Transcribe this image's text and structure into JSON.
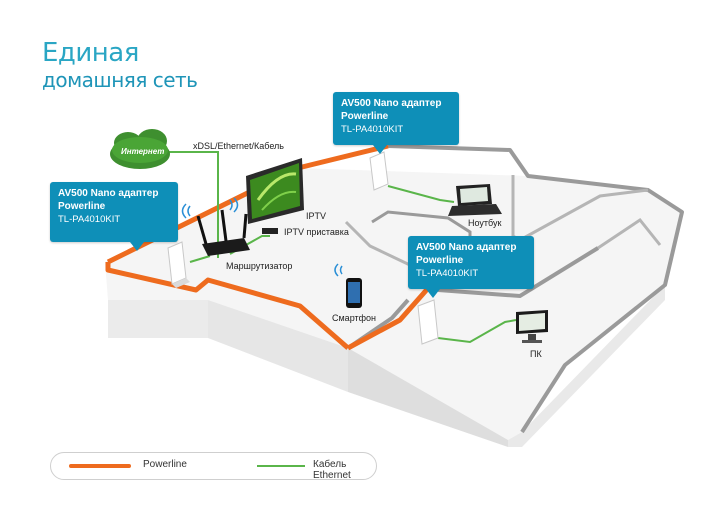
{
  "heading": {
    "line1": "Единая",
    "line2": "домашняя сеть"
  },
  "callouts": {
    "left": {
      "line1": "AV500 Nano адаптер",
      "line2": "Powerline",
      "model": "TL-PA4010KIT"
    },
    "top": {
      "line1": "AV500 Nano адаптер",
      "line2": "Powerline",
      "model": "TL-PA4010KIT"
    },
    "right": {
      "line1": "AV500 Nano адаптер",
      "line2": "Powerline",
      "model": "TL-PA4010KIT"
    }
  },
  "labels": {
    "internet": "Интернет",
    "wan": "xDSL/Ethernet/Кабель",
    "iptv": "IPTV",
    "iptv_box": "IPTV приставка",
    "router": "Маршрутизатор",
    "laptop": "Ноутбук",
    "smartphone": "Смартфон",
    "pc": "ПК"
  },
  "legend": {
    "powerline": "Powerline",
    "ethernet": "Кабель Ethernet"
  },
  "colors": {
    "powerline": "#ee6b1e",
    "ethernet": "#5ab54a",
    "accent": "#0e8fb8",
    "heading": "#2aa6c4",
    "wall": "#9a9a9a"
  },
  "icons": [
    "cloud-icon",
    "router-icon",
    "tv-icon",
    "adapter-icon",
    "laptop-icon",
    "smartphone-icon",
    "pc-monitor-icon",
    "wifi-icon"
  ]
}
